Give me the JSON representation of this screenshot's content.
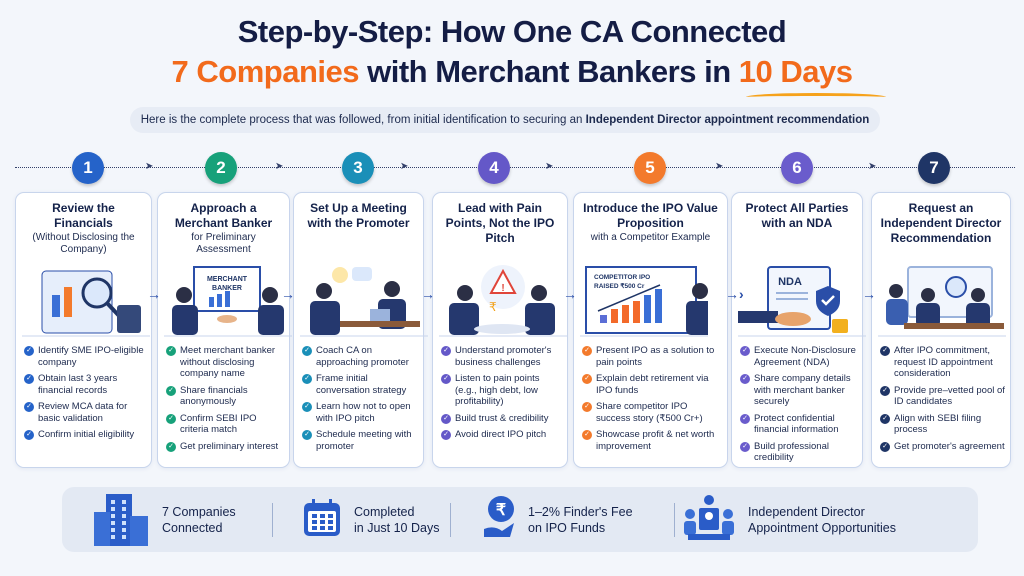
{
  "header": {
    "title_line1": "Step-by-Step: How One CA Connected",
    "title_line2_a": "7 Companies",
    "title_line2_b": " with Merchant Bankers in ",
    "title_line2_c": "10 Days",
    "subtitle_a": "Here is the complete process that was followed, from initial identification to securing an ",
    "subtitle_b": "Independent Director appointment recommendation"
  },
  "steps": [
    {
      "num": "1",
      "color": "#2563c9",
      "title": "Review the Financials",
      "subtitle": "(Without Disclosing the Company)",
      "icon": "financial-review-icon",
      "bullets": [
        "Identify SME IPO-eligible company",
        "Obtain last 3 years financial records",
        "Review MCA data for basic validation",
        "Confirm initial eligibility"
      ]
    },
    {
      "num": "2",
      "color": "#17a17a",
      "title": "Approach a Merchant Banker",
      "subtitle": "for Preliminary Assessment",
      "icon": "merchant-banker-handshake-icon",
      "board_label": "MERCHANT BANKER",
      "bullets": [
        "Meet merchant banker without disclosing company name",
        "Share financials anonymously",
        "Confirm SEBI IPO criteria match",
        "Get preliminary interest"
      ]
    },
    {
      "num": "3",
      "color": "#1a8fb8",
      "title": "Set Up a Meeting with the Promoter",
      "subtitle": "",
      "icon": "meeting-icon",
      "bullets": [
        "Coach CA on approaching promoter",
        "Frame initial conversation strategy",
        "Learn how not to open with IPO pitch",
        "Schedule meeting with promoter"
      ]
    },
    {
      "num": "4",
      "color": "#6458c8",
      "title": "Lead with Pain Points, Not the IPO Pitch",
      "subtitle": "",
      "icon": "pain-points-icon",
      "bullets": [
        "Understand promoter's business challenges",
        "Listen to pain points (e.g., high debt, low profitability)",
        "Build trust & credibility",
        "Avoid direct IPO pitch"
      ]
    },
    {
      "num": "5",
      "color": "#f37a2c",
      "title": "Introduce the IPO Value Proposition",
      "subtitle": "with a Competitor Example",
      "icon": "presentation-chart-icon",
      "board_label": "COMPETITOR IPO RAISED ₹500 Cr",
      "bullets": [
        "Present IPO as a solution to pain points",
        "Explain debt retirement via IPO funds",
        "Share competitor IPO success story (₹500 Cr+)",
        "Showcase profit & net worth improvement"
      ]
    },
    {
      "num": "6",
      "color": "#6a5ccc",
      "title": "Protect All Parties with an NDA",
      "subtitle": "",
      "icon": "nda-shield-icon",
      "board_label": "NDA",
      "bullets": [
        "Execute Non-Disclosure Agreement (NDA)",
        "Share company details with merchant banker securely",
        "Protect confidential financial information",
        "Build professional credibility"
      ]
    },
    {
      "num": "7",
      "color": "#1f3566",
      "title": "Request an Independent Director Recommendation",
      "subtitle": "",
      "icon": "board-meeting-icon",
      "bullets": [
        "After IPO commitment, request ID appointment consideration",
        "Provide pre–vetted pool of ID candidates",
        "Align with SEBI filing process",
        "Get promoter's agreement"
      ]
    }
  ],
  "stats": [
    {
      "icon": "building-icon",
      "line1": "7 Companies",
      "line2": "Connected"
    },
    {
      "icon": "calendar-icon",
      "line1": "Completed",
      "line2": "in Just 10 Days"
    },
    {
      "icon": "rupee-hand-icon",
      "line1": "1–2% Finder's Fee",
      "line2": "on IPO Funds"
    },
    {
      "icon": "director-group-icon",
      "line1": "Independent Director",
      "line2": "Appointment Opportunities"
    }
  ]
}
